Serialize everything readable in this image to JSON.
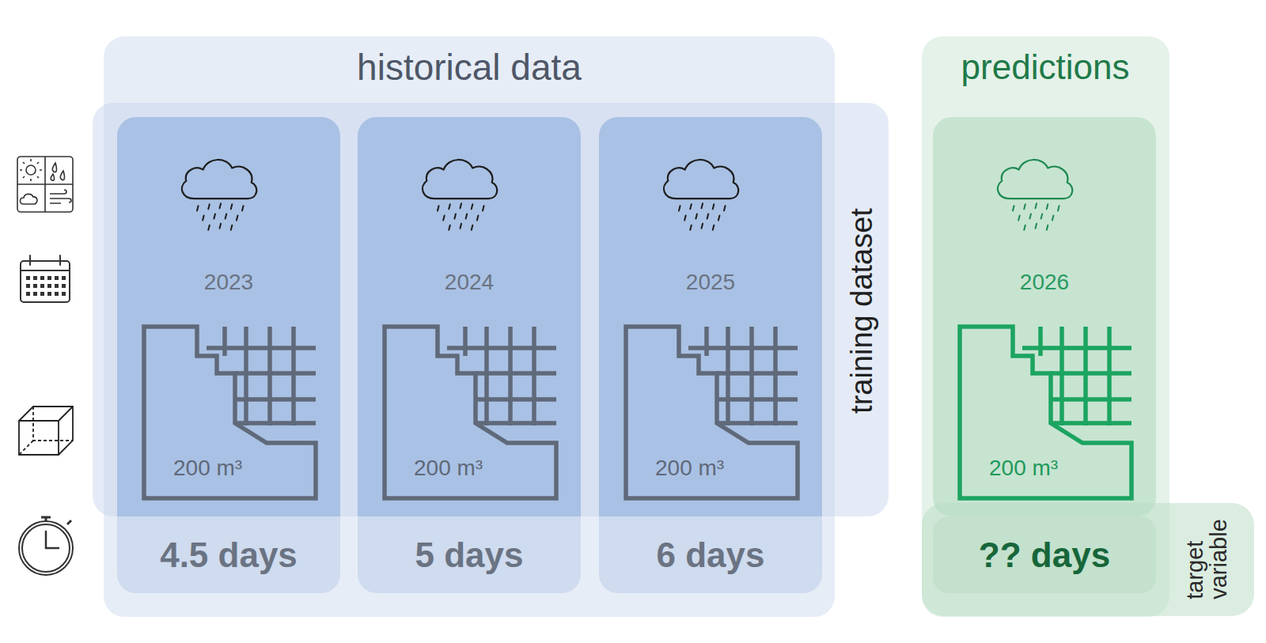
{
  "diagram": {
    "nodes": [
      {
        "text": [
          "historical data"
        ]
      },
      {
        "text": [
          "2023",
          "200 m³",
          "4.5 days"
        ],
        "in": 0
      },
      {
        "text": [
          "2024",
          "200 m³",
          "5 days"
        ],
        "in": 0
      },
      {
        "text": [
          "2025",
          "200 m³",
          "6 days"
        ],
        "in": 0
      },
      {
        "text": [
          "training dataset"
        ]
      },
      {
        "text": [
          "predictions"
        ]
      },
      {
        "text": [
          "2026",
          "200 m³",
          "?? days"
        ],
        "in": 5
      },
      {
        "text": [
          "target variable"
        ]
      }
    ]
  }
}
